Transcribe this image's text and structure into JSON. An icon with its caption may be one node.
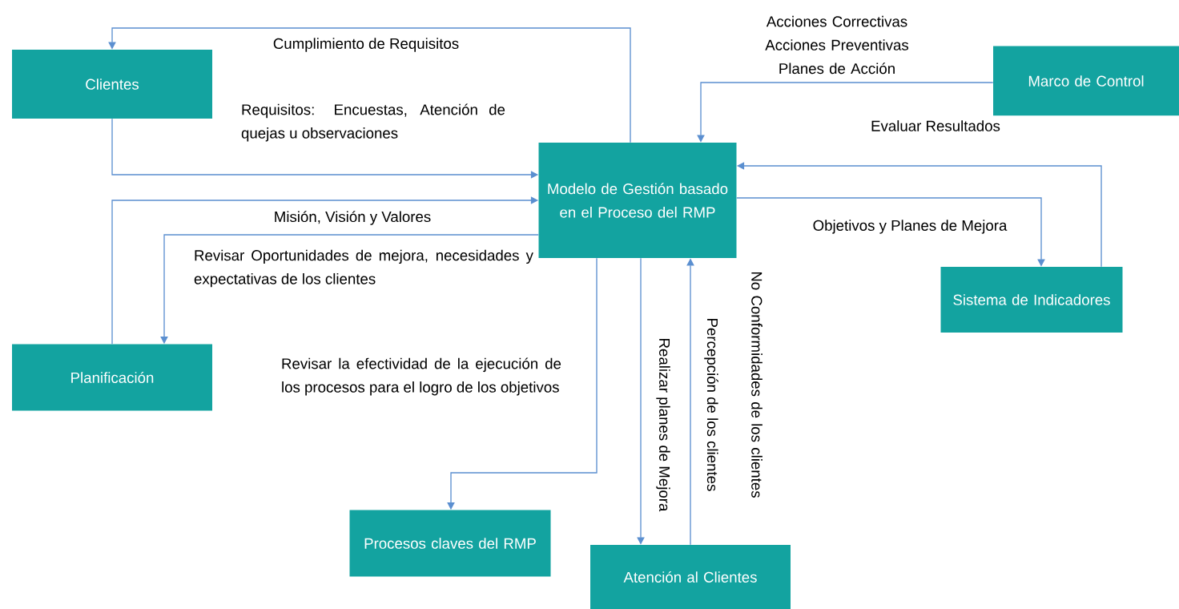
{
  "diagram": {
    "nodes": [
      {
        "text": [
          "Clientes"
        ]
      },
      {
        "text": [
          "Marco de Control"
        ]
      },
      {
        "text": [
          "Modelo de Gestión basado en el Proceso del RMP"
        ]
      },
      {
        "text": [
          "Sistema de Indicadores"
        ]
      },
      {
        "text": [
          "Planificación"
        ]
      },
      {
        "text": [
          "Procesos claves del RMP"
        ]
      },
      {
        "text": [
          "Atención al Clientes"
        ]
      }
    ],
    "edges": [
      {
        "from": 2,
        "to": 0,
        "arrow": "to",
        "label": "Cumplimiento de Requisitos"
      },
      {
        "from": 0,
        "to": 2,
        "arrow": "to",
        "label": "Requisitos: Encuestas, Atención de quejas u observaciones"
      },
      {
        "from": 4,
        "to": 2,
        "arrow": "to",
        "label": "Misión, Visión y Valores"
      },
      {
        "from": 2,
        "to": 4,
        "arrow": "to",
        "label": "Revisar Oportunidades de mejora, necesidades y expectativas de los clientes"
      },
      {
        "from": 2,
        "to": 5,
        "arrow": "to",
        "label": "Revisar la efectividad de la ejecución de los procesos para el logro de los objetivos"
      },
      {
        "from": 2,
        "to": 6,
        "arrow": "to",
        "label": "Realizar planes de Mejora"
      },
      {
        "from": 6,
        "to": 2,
        "arrow": "to",
        "label": "Percepción de los clientes"
      },
      {
        "from": 1,
        "to": 2,
        "arrow": "to",
        "label": "Acciones Correctivas Acciones Preventivas Planes de Acción"
      },
      {
        "from": 3,
        "to": 2,
        "arrow": "to",
        "label": "Evaluar Resultados"
      },
      {
        "from": 2,
        "to": 3,
        "arrow": "to",
        "label": "Objetivos y Planes de Mejora"
      }
    ],
    "labels": [
      "No Conformidades de los clientes"
    ]
  }
}
